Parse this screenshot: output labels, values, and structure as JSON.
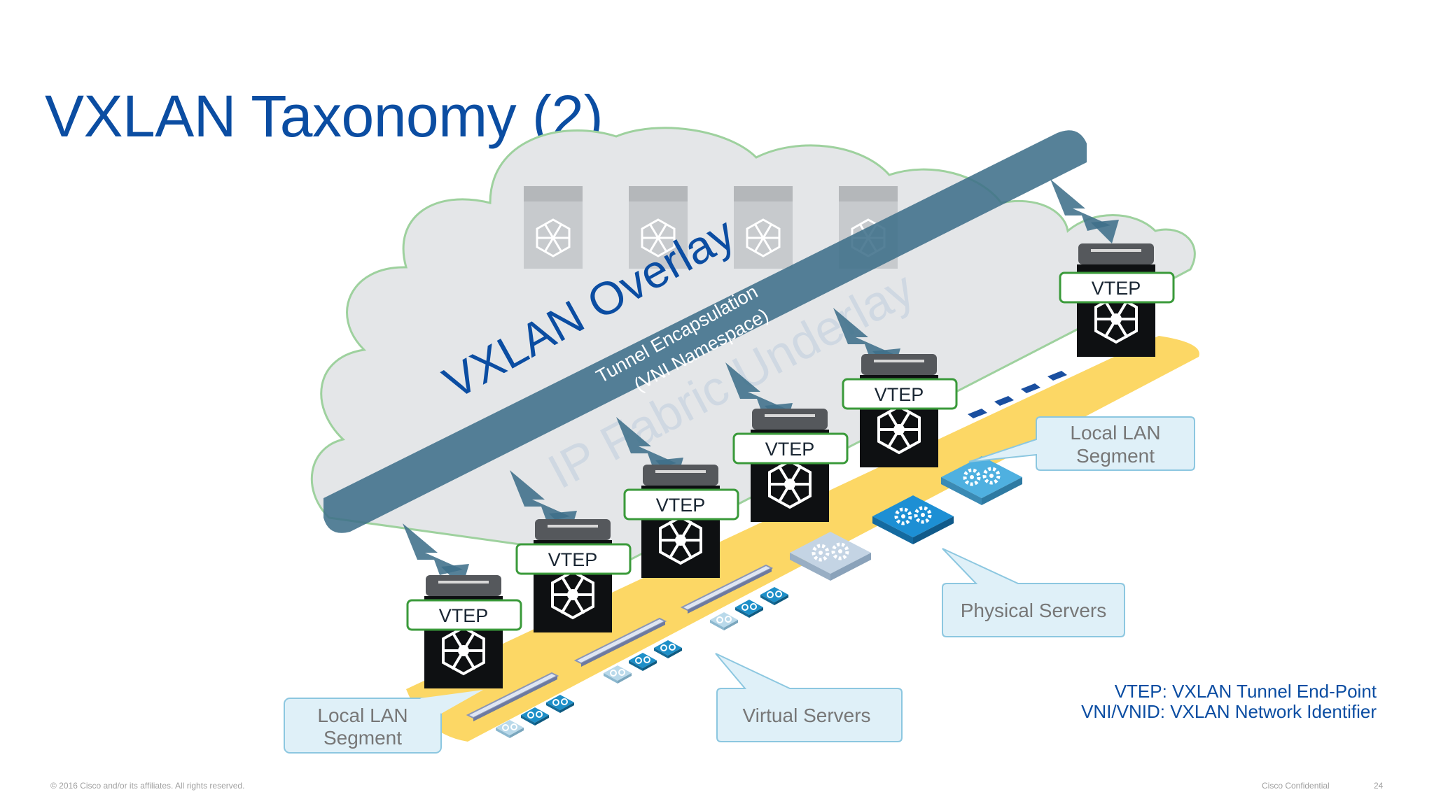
{
  "slide": {
    "title": "VXLAN Taxonomy (2)",
    "footer_copyright": "© 2016 Cisco and/or its affiliates. All rights reserved.",
    "footer_confidential": "Cisco Confidential",
    "page_number": "24"
  },
  "diagram": {
    "overlay_label": "VXLAN Overlay",
    "underlay_label": "IP Fabric Underlay",
    "tunnel_line1": "Tunnel Encapsulation",
    "tunnel_line2": "(VNI Namespace)",
    "vtep_label": "VTEP",
    "callouts": {
      "local_lan_left_1": "Local LAN",
      "local_lan_left_2": "Segment",
      "local_lan_right_1": "Local LAN",
      "local_lan_right_2": "Segment",
      "physical_servers": "Physical Servers",
      "virtual_servers": "Virtual Servers"
    },
    "colors": {
      "title_blue": "#0b4da2",
      "overlay_arrow": "#3f6f8a",
      "cloud_fill": "#e4e6e8",
      "lan_yellow": "#fcd765",
      "vtep_border": "#3a9a3a",
      "callout_fill": "#dff0f8",
      "callout_border": "#8cc7e0"
    }
  },
  "legend": {
    "line1": "VTEP: VXLAN Tunnel End-Point",
    "line2": "VNI/VNID: VXLAN Network Identifier"
  }
}
